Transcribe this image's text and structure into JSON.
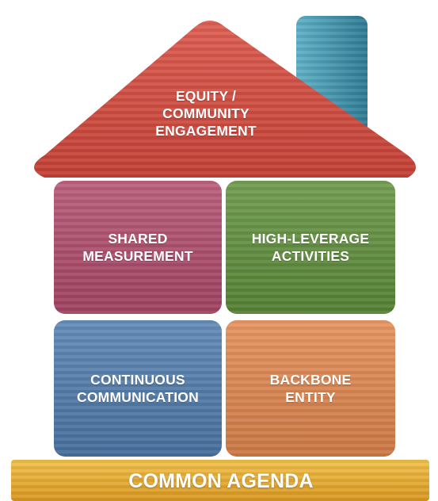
{
  "diagram": {
    "roof": {
      "lines": [
        "EQUITY /",
        "COMMUNITY",
        "ENGAGEMENT"
      ],
      "color": "#d9483b"
    },
    "chimney": {
      "color": "#3b8ea6"
    },
    "blocks": [
      {
        "lines": [
          "SHARED",
          "MEASUREMENT"
        ],
        "color": "#b14a6c"
      },
      {
        "lines": [
          "HIGH-LEVERAGE",
          "ACTIVITIES"
        ],
        "color": "#5f8f3a"
      },
      {
        "lines": [
          "CONTINUOUS",
          "COMMUNICATION"
        ],
        "color": "#4f7cae"
      },
      {
        "lines": [
          "BACKBONE",
          "ENTITY"
        ],
        "color": "#e3874d"
      }
    ],
    "foundation": {
      "text": "COMMON AGENDA",
      "color": "#e2a729"
    }
  }
}
